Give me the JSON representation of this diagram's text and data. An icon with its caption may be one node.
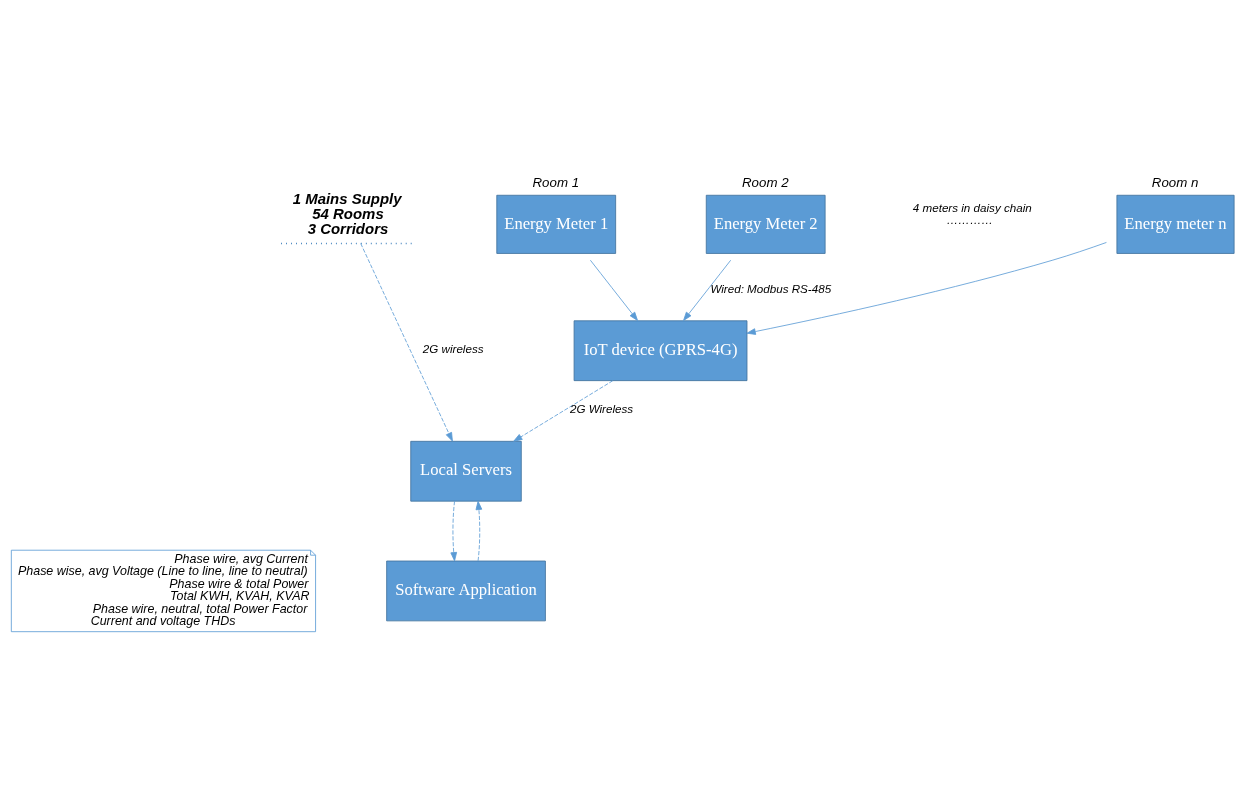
{
  "diagram": {
    "nodes": [
      {
        "text": [
          "Energy Meter 1"
        ],
        "beside": [
          "Room 1"
        ]
      },
      {
        "text": [
          "Energy Meter 2"
        ],
        "beside": [
          "Room 2"
        ]
      },
      {
        "text": [
          "Energy meter n"
        ],
        "beside": [
          "Room n"
        ]
      },
      {
        "text": [
          "IoT device (GPRS-4G)"
        ]
      },
      {
        "text": [
          "Local Servers"
        ]
      },
      {
        "text": [
          "Software Application"
        ]
      },
      {
        "text": [
          "1 Mains Supply",
          "54 Rooms",
          "3 Corridors"
        ]
      }
    ],
    "edges": [
      {
        "from": 0,
        "to": 3,
        "arrow": "to"
      },
      {
        "from": 1,
        "to": 3,
        "arrow": "to",
        "label": "Wired: Modbus RS-485"
      },
      {
        "from": 2,
        "to": 3,
        "arrow": "to"
      },
      {
        "from": 6,
        "to": 4,
        "arrow": "to",
        "style": "dashed",
        "label": "2G wireless"
      },
      {
        "from": 3,
        "to": 4,
        "arrow": "to",
        "style": "dashed",
        "label": "2G Wireless"
      },
      {
        "from": 4,
        "to": 5,
        "arrow": "to",
        "style": "dashed"
      },
      {
        "from": 5,
        "to": 4,
        "arrow": "to",
        "style": "dashed"
      }
    ],
    "labels": [
      "4 meters in daisy chain",
      "…………",
      "Phase wire, avg Current",
      "Phase wise, avg Voltage (Line to line, line to neutral)",
      "Phase wire & total Power",
      "Total KWH, KVAH, KVAR",
      "Phase wire, neutral, total Power Factor",
      "Current and voltage THDs"
    ]
  }
}
